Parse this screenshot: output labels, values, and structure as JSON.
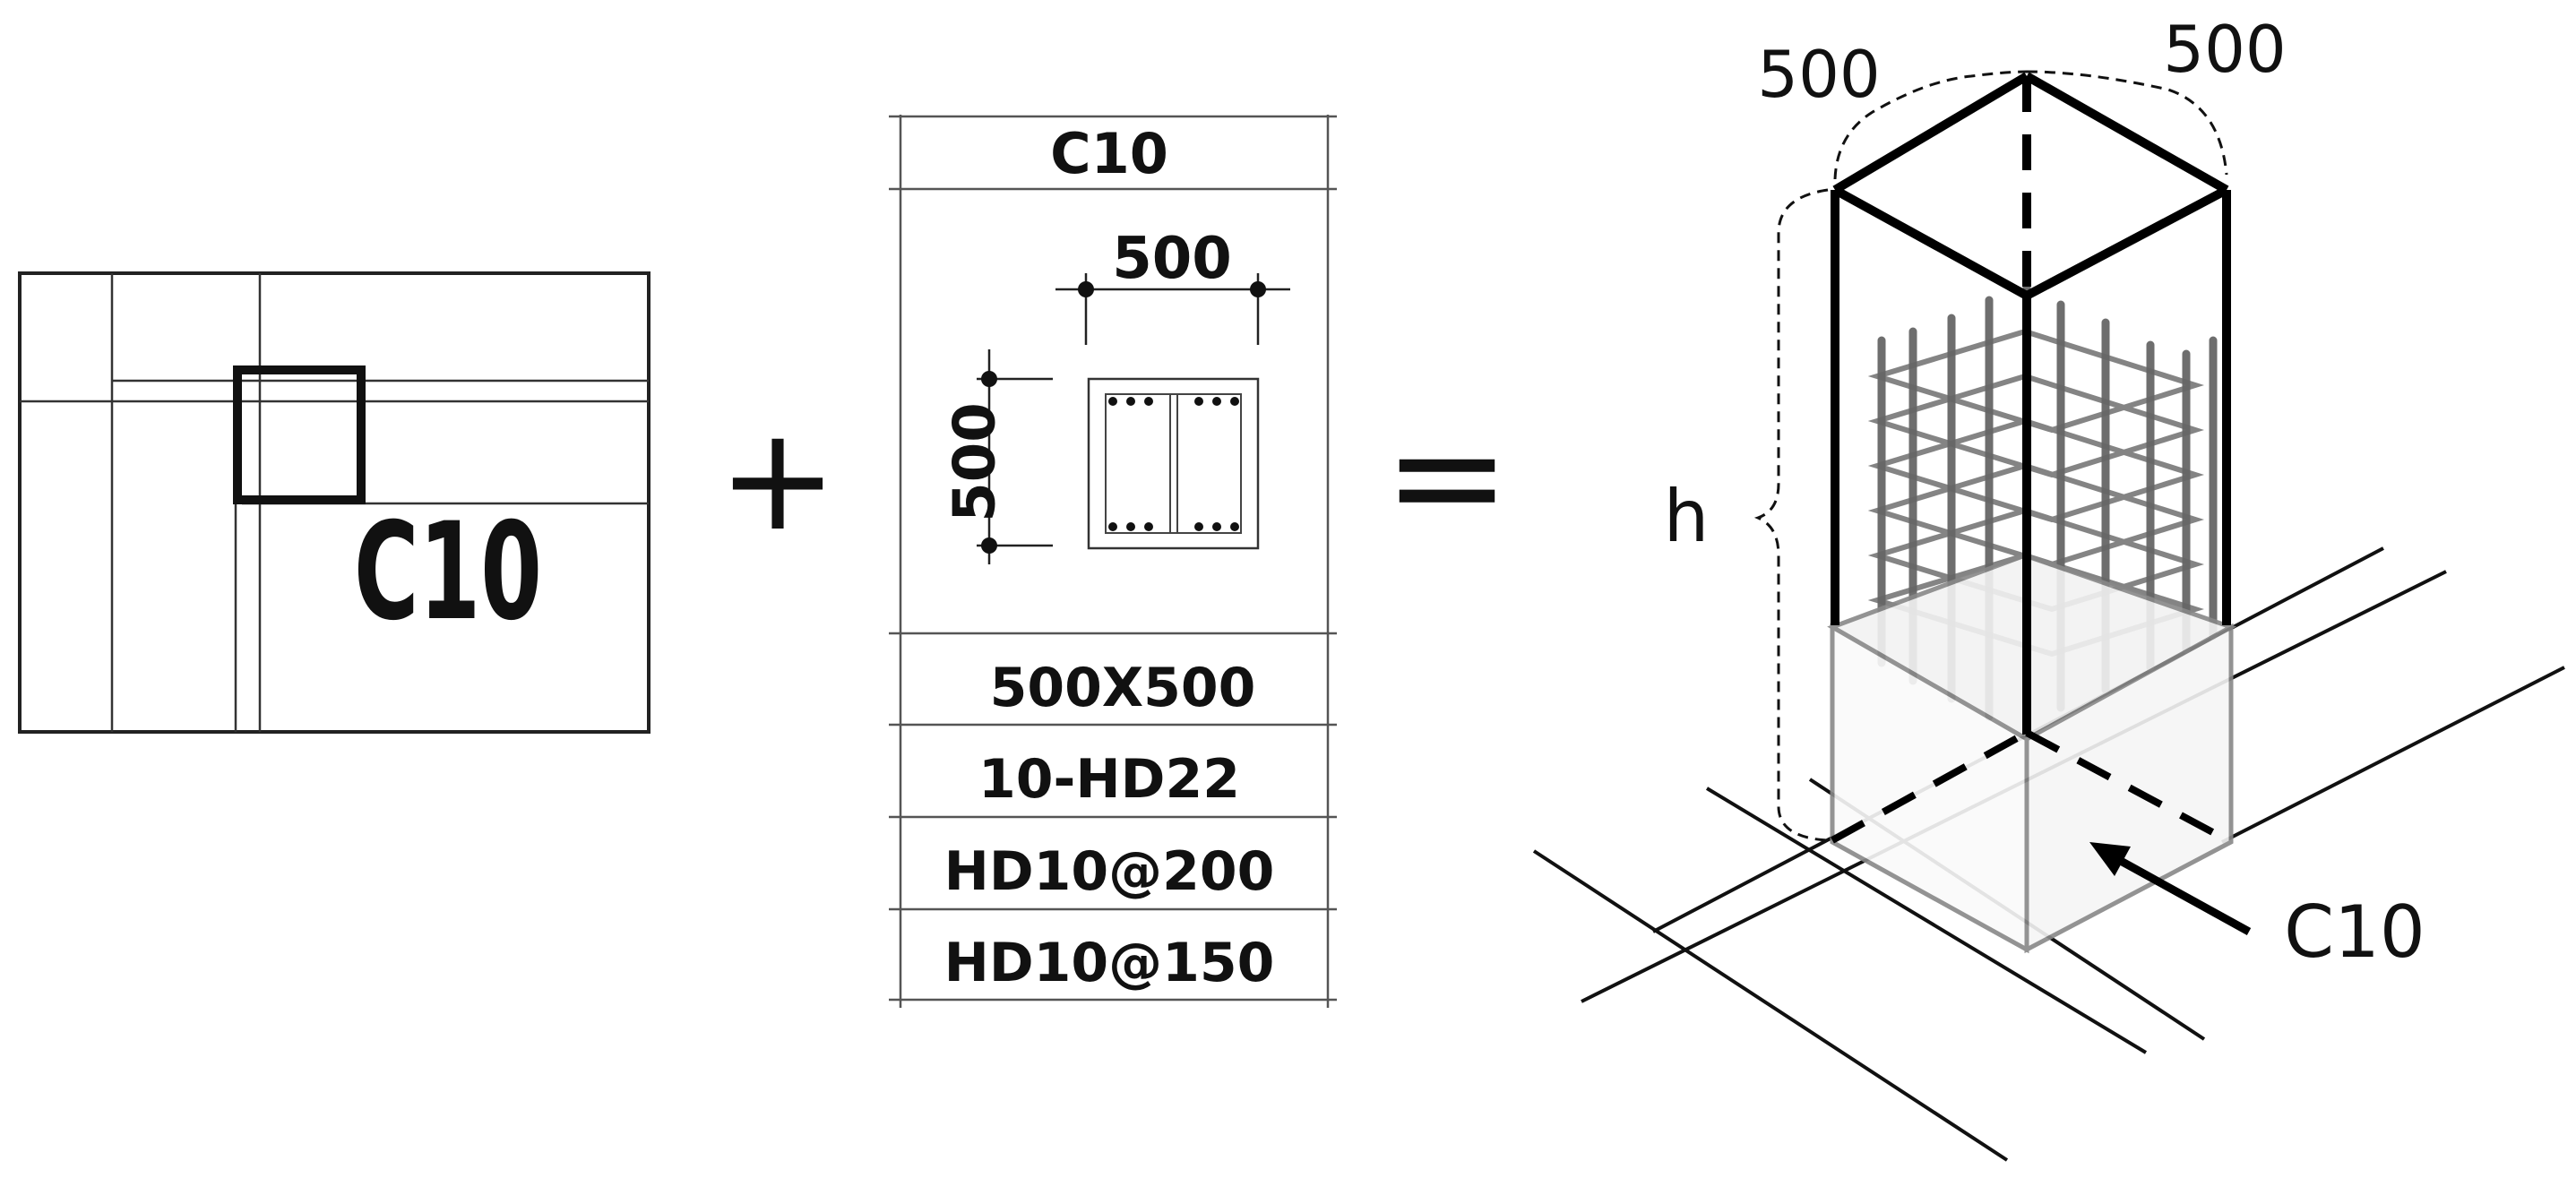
{
  "plan": {
    "label": "C10"
  },
  "operators": {
    "plus": "+",
    "equals": "="
  },
  "schedule": {
    "name": "C10",
    "dim_width": "500",
    "dim_height": "500",
    "rows": [
      "500X500",
      "10-HD22",
      "HD10@200",
      "HD10@150"
    ]
  },
  "iso": {
    "dim_left": "500",
    "dim_right": "500",
    "height_label": "h",
    "pointer_label": "C10"
  }
}
